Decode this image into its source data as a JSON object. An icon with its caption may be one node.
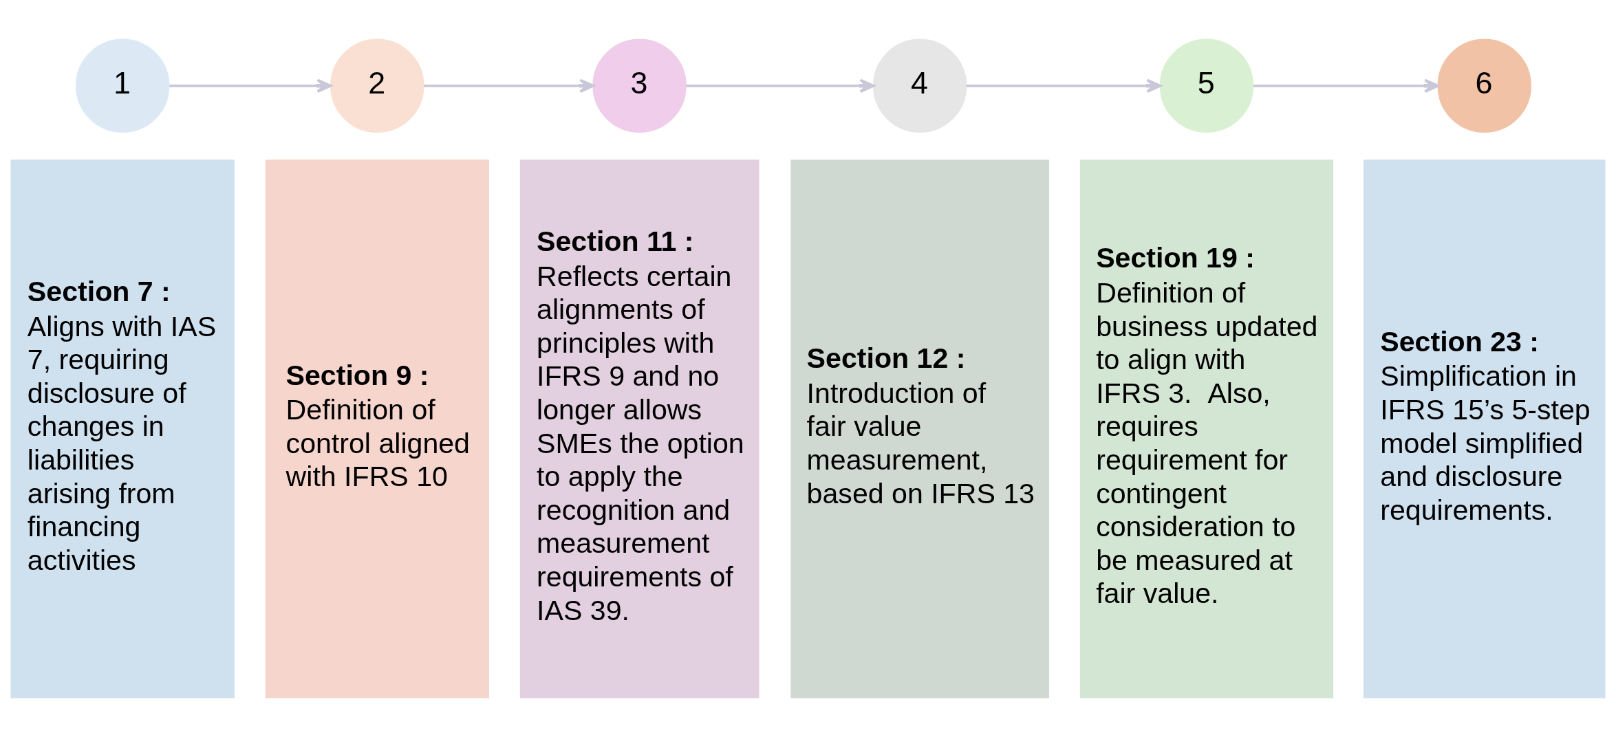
{
  "diagram": {
    "nodes": [
      {
        "text": [
          "1"
        ]
      },
      {
        "text": [
          "2"
        ]
      },
      {
        "text": [
          "3"
        ]
      },
      {
        "text": [
          "4"
        ]
      },
      {
        "text": [
          "5"
        ]
      },
      {
        "text": [
          "6"
        ]
      },
      {
        "text": [
          "Section 7 :",
          "Aligns with IAS 7, requiring disclosure of changes in liabilities arising from financing activities"
        ]
      },
      {
        "text": [
          "Section 9 :",
          "Definition of control aligned with IFRS 10"
        ]
      },
      {
        "text": [
          "Section 11 :",
          "Reflects certain alignments of principles with IFRS 9 and no longer allows SMEs the option to apply the recognition and measurement requirements of IAS 39."
        ]
      },
      {
        "text": [
          "Section 12 :",
          "Introduction of fair value measurement, based on IFRS 13"
        ]
      },
      {
        "text": [
          "Section 19 :",
          "Definition of business updated to align with IFRS 3.  Also, requires requirement for contingent consideration to be measured at fair value."
        ]
      },
      {
        "text": [
          "Section 23 :",
          "Simplification in IFRS 15’s 5-step model simplified and disclosure requirements."
        ]
      }
    ],
    "edges": [
      {
        "from": 0,
        "to": 1,
        "arrow": "to"
      },
      {
        "from": 1,
        "to": 2,
        "arrow": "to"
      },
      {
        "from": 2,
        "to": 3,
        "arrow": "to"
      },
      {
        "from": 3,
        "to": 4,
        "arrow": "to"
      },
      {
        "from": 4,
        "to": 5,
        "arrow": "to"
      }
    ]
  }
}
